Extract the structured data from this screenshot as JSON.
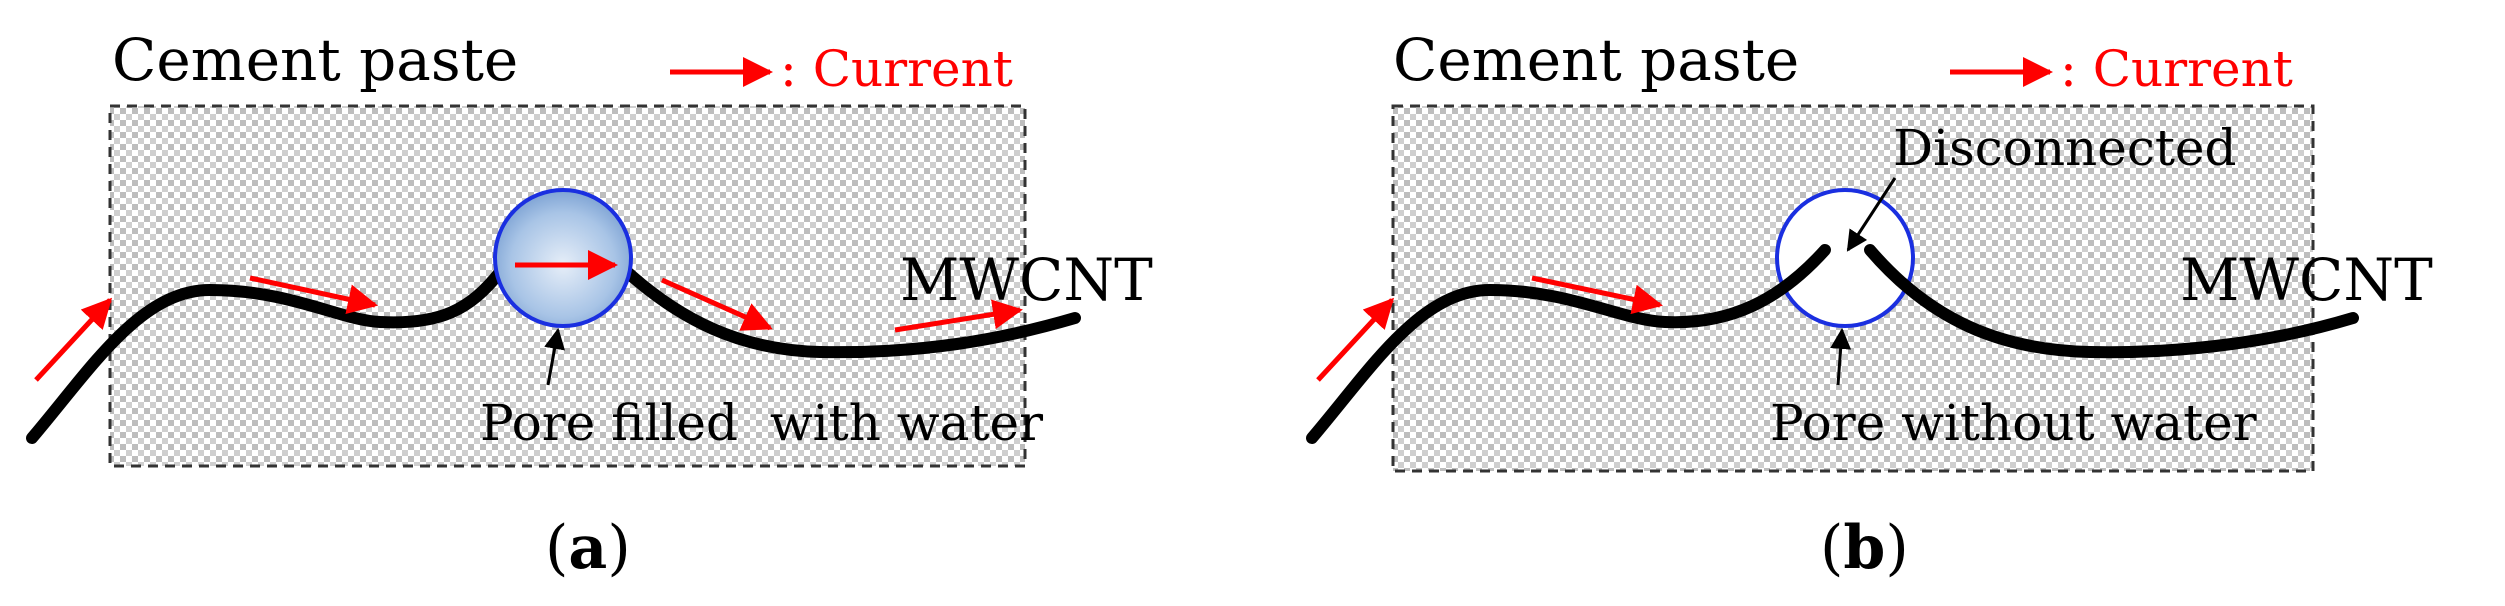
{
  "colors": {
    "current": "#ff0000",
    "nanotube": "#000000",
    "pore_border": "#1a2fe0",
    "pore_fill_water": "#9fc0e8",
    "paste_dots": "#b8b8b8",
    "paste_border": "#333333"
  },
  "panel_a": {
    "title": "Cement paste",
    "legend_label": ": Current",
    "nanotube_label": "MWCNT",
    "pore_label": "Pore filled  with water",
    "caption_open": "(",
    "caption_letter": "a",
    "caption_close": ")"
  },
  "panel_b": {
    "title": "Cement paste",
    "legend_label": ": Current",
    "nanotube_label": "MWCNT",
    "pore_label": "Pore without water",
    "disconnect_label": "Disconnected",
    "caption_open": "(",
    "caption_letter": "b",
    "caption_close": ")"
  }
}
